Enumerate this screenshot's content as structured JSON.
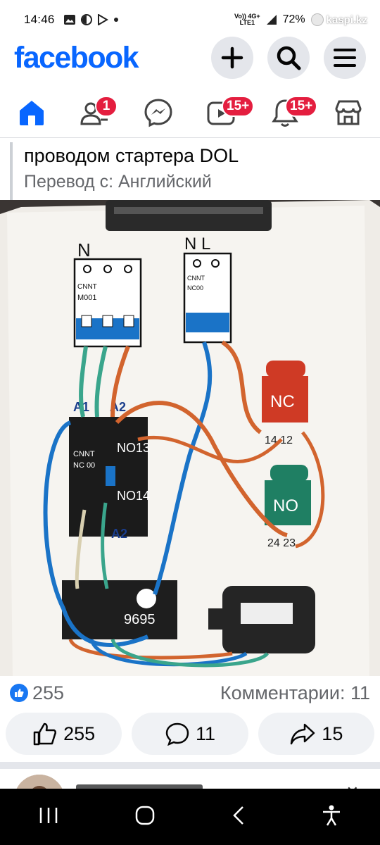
{
  "status_bar": {
    "time": "14:46",
    "network_top": "Vo)) 4G+",
    "network_bottom": "LTE1",
    "battery": "72%",
    "watermark": "kaspi.kz"
  },
  "header": {
    "logo": "facebook"
  },
  "nav": {
    "friends_badge": "1",
    "video_badge": "15+",
    "notifications_badge": "15+"
  },
  "post": {
    "caption": "проводом стартера DOL",
    "translation": "Перевод с: Английский",
    "image": {
      "breaker1_label_top": "N",
      "breaker2_label_top": "N L",
      "breaker_brand": "CNNT",
      "breaker1_model": "M001",
      "breaker2_model": "NC00",
      "contactor_brand": "CNNT",
      "contactor_model": "NC 00",
      "a1": "A1",
      "a2_top": "A2",
      "a2_bottom": "A2",
      "no13": "NO13",
      "no14": "NO14",
      "nc_label": "NC",
      "nc_terms": "14 12",
      "no_label": "NO",
      "no_terms": "24 23",
      "overload_number": "9695"
    },
    "likes_count": "255",
    "comments_summary": "Комментарии: 11",
    "like_button_count": "255",
    "comment_button_count": "11",
    "share_button_count": "15"
  },
  "colors": {
    "brand": "#0866ff",
    "badge": "#e41e3f",
    "wire_blue": "#1a73c7",
    "wire_green": "#3aa58c",
    "wire_orange": "#d2642e",
    "nc_red": "#cf3a25",
    "no_green": "#1f7f63"
  }
}
